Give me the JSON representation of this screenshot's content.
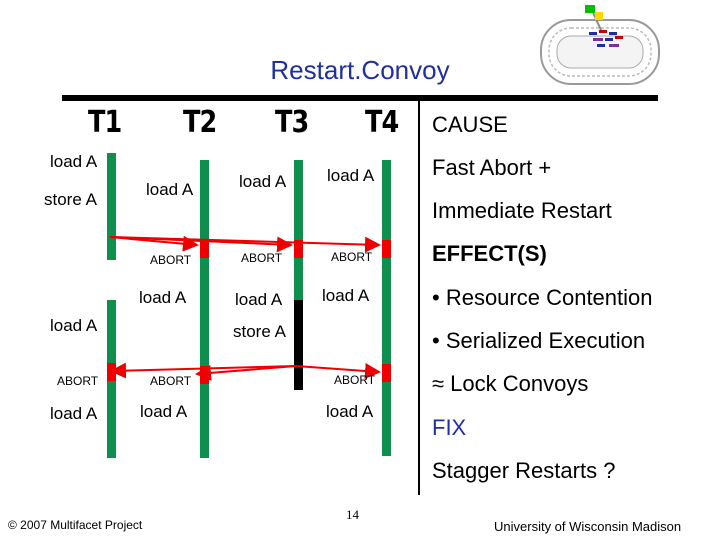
{
  "slide": {
    "title": "Restart.Convoy",
    "threads": [
      "T1",
      "T2",
      "T3",
      "T4"
    ],
    "ops": {
      "t1_load1": "load A",
      "t1_store1": "store A",
      "t2_load1": "load A",
      "t3_load1": "load A",
      "t4_load1": "load A",
      "t2_abort1": "ABORT",
      "t3_abort1": "ABORT",
      "t4_abort1": "ABORT",
      "t2_load2": "load A",
      "t3_load2": "load A",
      "t4_load2": "load A",
      "t1_load2": "load A",
      "t3_store": "store A",
      "t1_abort": "ABORT",
      "t2_abort2": "ABORT",
      "t4_abort2": "ABORT",
      "t1_load3": "load A",
      "t2_load3": "load A",
      "t4_load3": "load A"
    },
    "right": {
      "cause_heading": "CAUSE",
      "cause_line1": "Fast Abort +",
      "cause_line2": "Immediate Restart",
      "effect_heading": "EFFECT(S)",
      "effect1": "• Resource Contention",
      "effect2": "• Serialized Execution",
      "effect3": "≈ Lock Convoys",
      "fix_heading": "FIX",
      "fix_text": "Stagger Restarts ?"
    },
    "footer": {
      "copyright": "© 2007 Multifacet Project",
      "page_number": "14",
      "university": "University of Wisconsin Madison"
    },
    "colors": {
      "title": "#1f2f9f",
      "abort_bar": "#ee0000",
      "running_bar": "#0f8f4e",
      "wait_bar": "#000000"
    }
  }
}
